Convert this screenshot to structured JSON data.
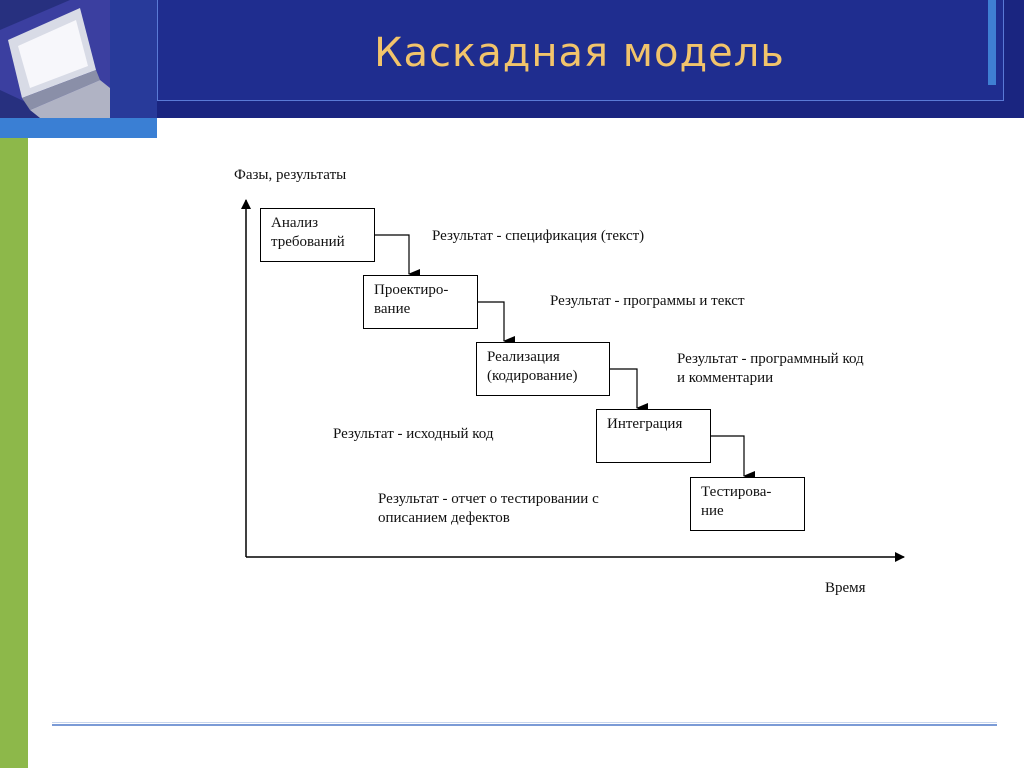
{
  "slide": {
    "title": "Каскадная модель"
  },
  "diagram": {
    "y_axis_label": "Фазы, результаты",
    "x_axis_label": "Время",
    "phases": [
      {
        "line1": "Анализ",
        "line2": "требований"
      },
      {
        "line1": "Проектиро-",
        "line2": "вание"
      },
      {
        "line1": "Реализация",
        "line2": "(кодирование)"
      },
      {
        "line1": "Интеграция",
        "line2": ""
      },
      {
        "line1": "Тестирова-",
        "line2": "ние"
      }
    ],
    "results": [
      {
        "line1": "Результат - спецификация (текст)",
        "line2": ""
      },
      {
        "line1": "Результат - программы и текст",
        "line2": ""
      },
      {
        "line1": "Результат - программный код",
        "line2": "и комментарии"
      },
      {
        "line1": "Результат - исходный код",
        "line2": ""
      },
      {
        "line1": "Результат - отчет о тестировании с",
        "line2": "описанием дефектов"
      }
    ]
  },
  "colors": {
    "header_bg": "#1a2580",
    "title_color": "#f2c46b",
    "accent_blue": "#3a7fd4",
    "accent_green": "#8db84a"
  },
  "icons": {
    "logo": "monitor-icon"
  }
}
